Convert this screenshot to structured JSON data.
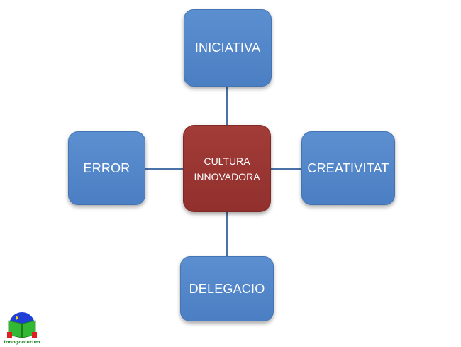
{
  "diagram": {
    "center": {
      "line1": "CULTURA",
      "line2": "INNOVADORA",
      "color": "#9c3632"
    },
    "nodes": {
      "top": {
        "label": "INICIATIVA"
      },
      "left": {
        "label": "ERROR"
      },
      "right": {
        "label": "CREATIVITAT"
      },
      "bottom": {
        "label": "DELEGACIO"
      }
    },
    "node_color": "#5585c8",
    "connector_color": "#4a72a6"
  },
  "logo": {
    "text": "Innogonierum",
    "icon": "book-globe-logo"
  }
}
